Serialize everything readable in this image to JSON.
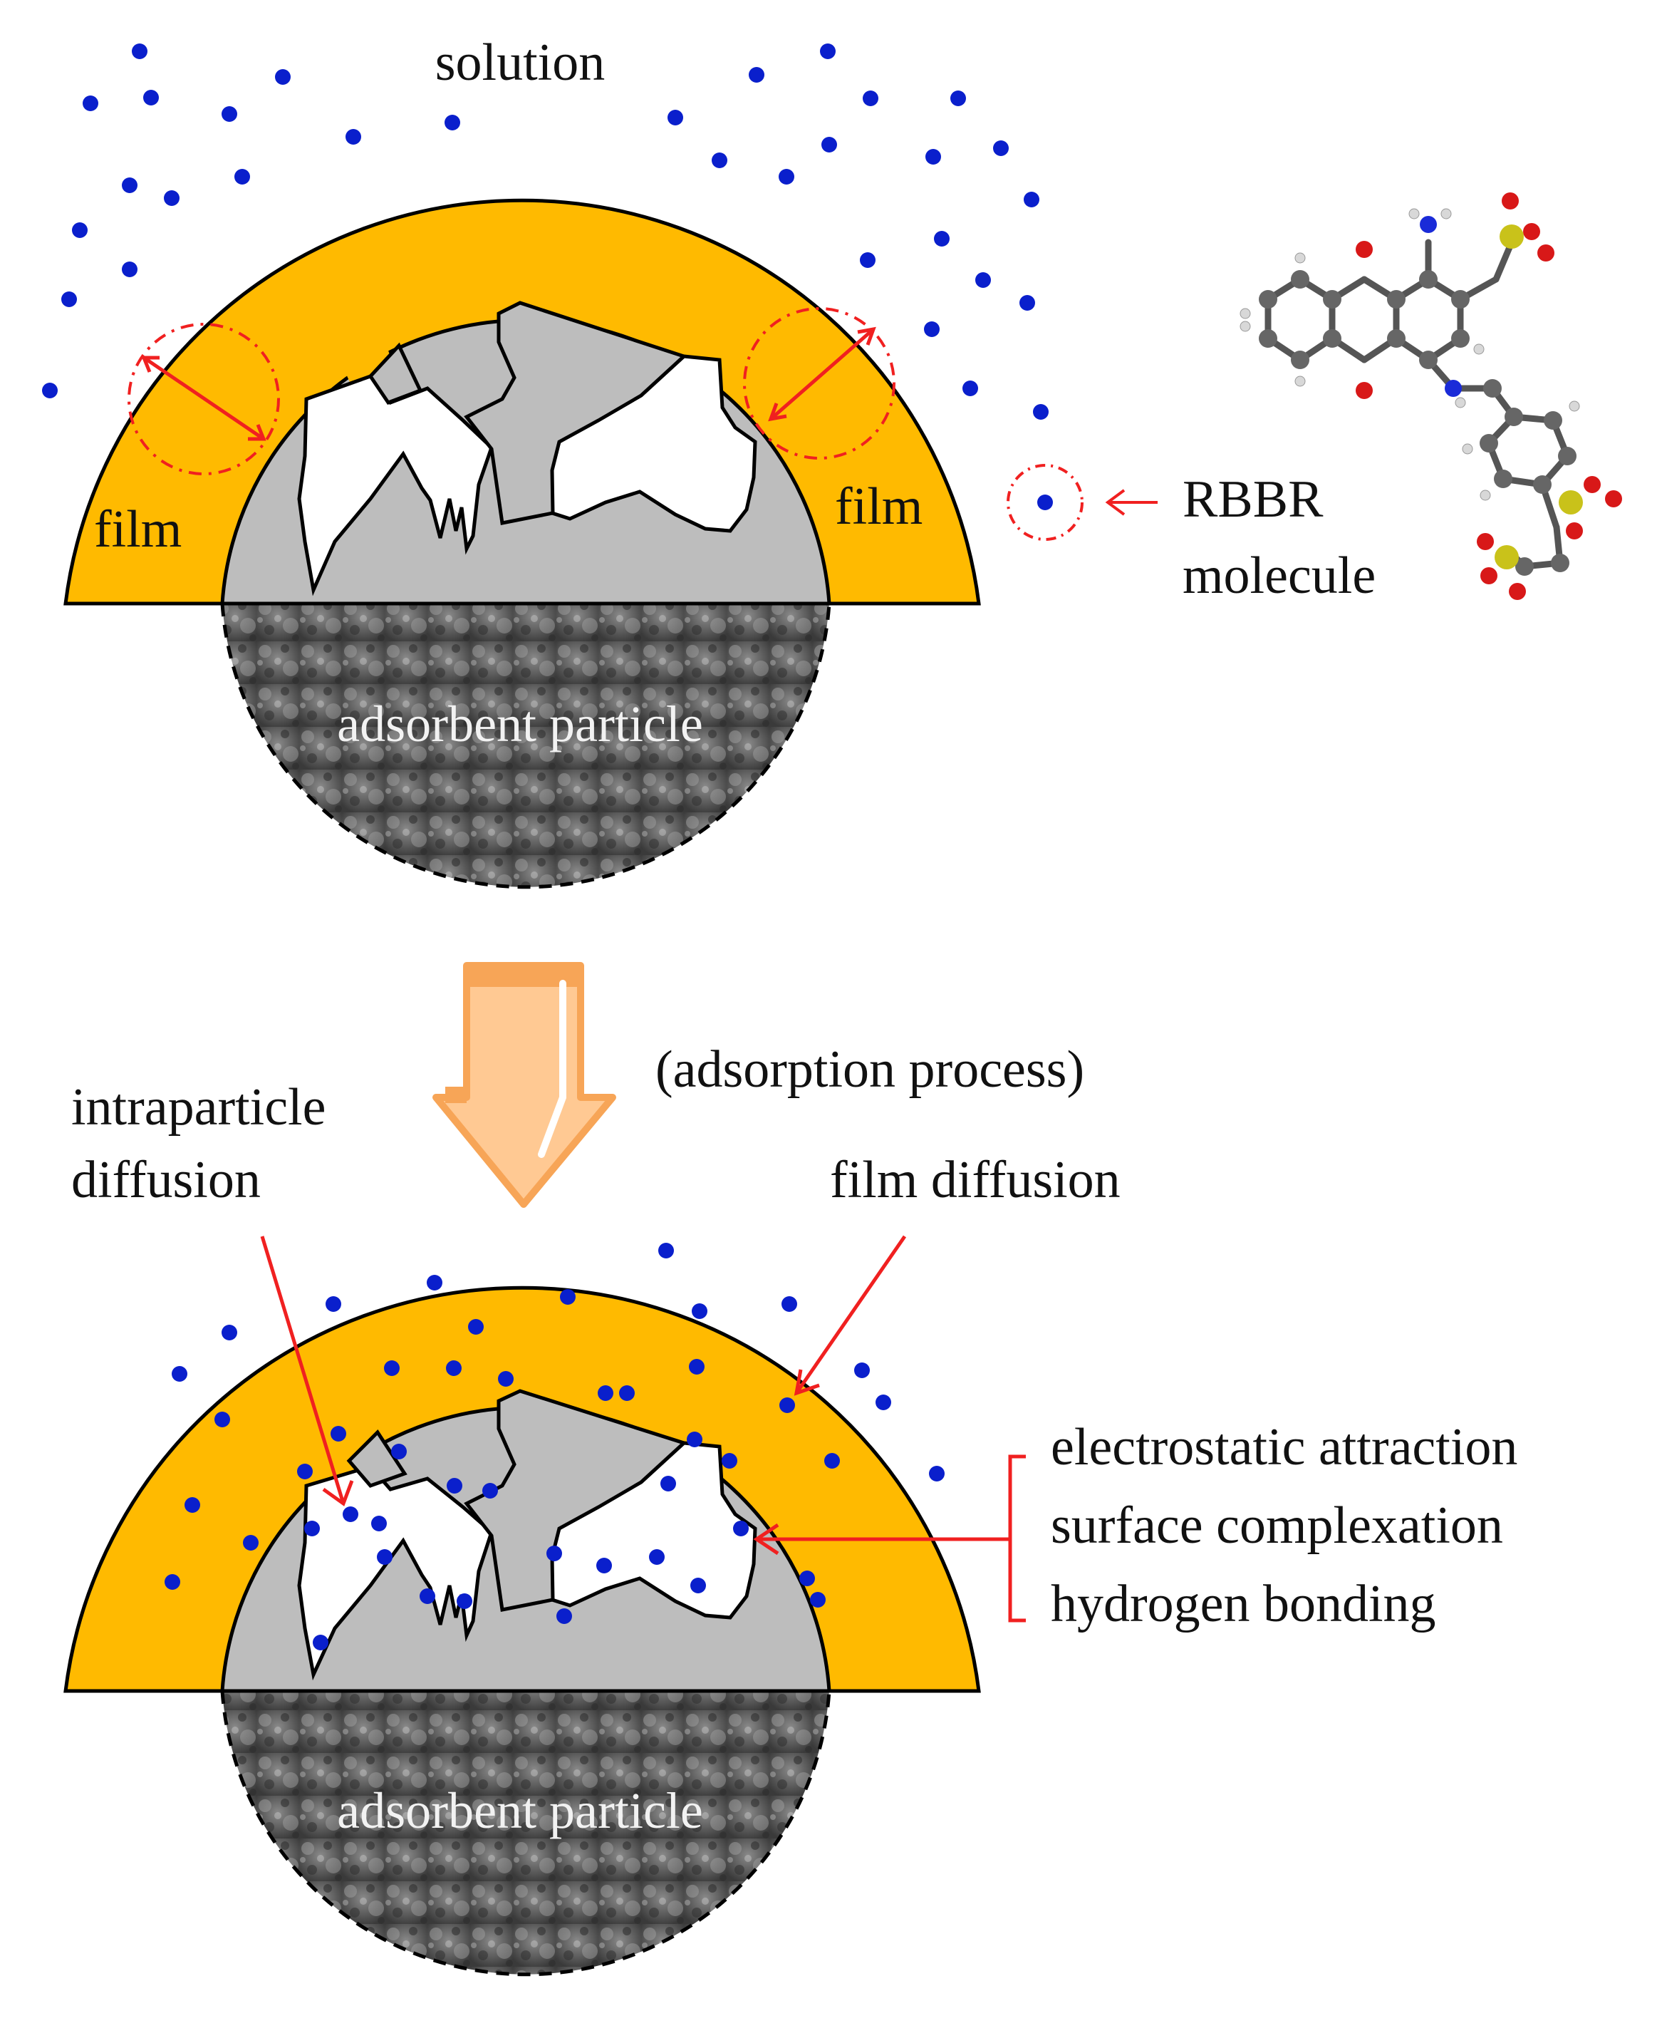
{
  "labels": {
    "solution": "solution",
    "film_left": "film",
    "film_right": "film",
    "rbbr_line1": "RBBR",
    "rbbr_line2": "molecule",
    "adsorbent_top": "adsorbent particle",
    "adsorption_process": "(adsorption process)",
    "intraparticle_line1": "intraparticle",
    "intraparticle_line2": "diffusion",
    "film_diffusion": "film diffusion",
    "mechanisms": [
      "electrostatic attraction",
      "surface complexation",
      "hydrogen bonding"
    ],
    "adsorbent_bottom": "adsorbent particle"
  },
  "colors": {
    "film": "#FFBA00",
    "particle": "#BDBDBD",
    "pore": "#FFFFFF",
    "dot": "#0A1FCC",
    "arrow": "#F02020",
    "process_arrow": "#FFC993",
    "process_arrow_stroke": "#F7A557"
  },
  "icons": {
    "rbbr_molecule": "ball-and-stick-molecule",
    "process_arrow": "down-arrow-icon"
  }
}
